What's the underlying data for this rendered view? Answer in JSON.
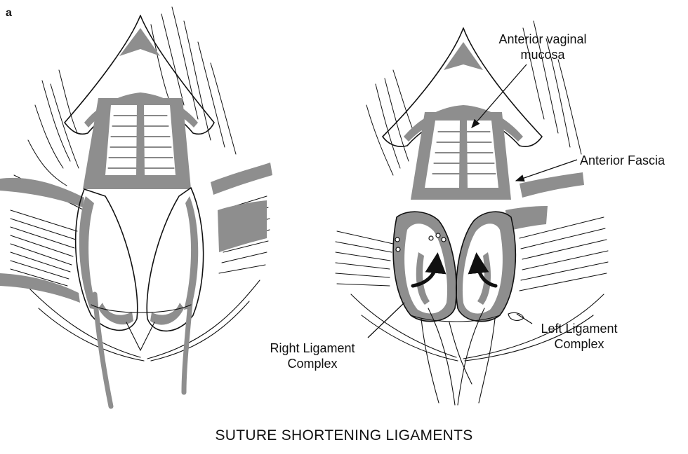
{
  "panel_label": "a",
  "caption": "SUTURE SHORTENING LIGAMENTS",
  "labels": {
    "anterior_vaginal_mucosa_line1": "Anterior vaginal",
    "anterior_vaginal_mucosa_line2": "mucosa",
    "anterior_fascia": "Anterior Fascia",
    "right_ligament_line1": "Right Ligament",
    "right_ligament_line2": "Complex",
    "left_ligament_line1": "Left Ligament",
    "left_ligament_line2": "Complex"
  }
}
